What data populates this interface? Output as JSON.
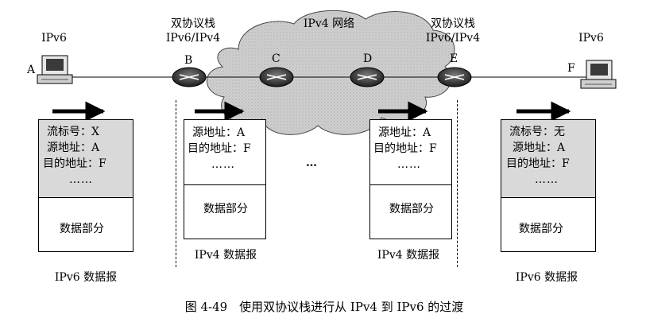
{
  "nodes": {
    "A": "A",
    "B": "B",
    "C": "C",
    "D": "D",
    "E": "E",
    "F": "F"
  },
  "labels": {
    "left_host": "IPv6",
    "right_host": "IPv6",
    "dual_stack_left_l1": "双协议栈",
    "dual_stack_left_l2": "IPv6/IPv4",
    "dual_stack_right_l1": "双协议栈",
    "dual_stack_right_l2": "IPv6/IPv4",
    "cloud": "IPv4 网络",
    "middle_ellipsis": "…"
  },
  "packets": {
    "ipv6_left": {
      "flow": "流标号：X",
      "src": "源地址：A",
      "dst": "目的地址：F",
      "more": "……",
      "data": "数据部分",
      "caption": "IPv6 数据报"
    },
    "ipv4_left": {
      "src": "源地址：A",
      "dst": "目的地址：F",
      "more": "……",
      "data": "数据部分",
      "caption": "IPv4 数据报"
    },
    "ipv4_right": {
      "src": "源地址：A",
      "dst": "目的地址：F",
      "more": "……",
      "data": "数据部分",
      "caption": "IPv4 数据报"
    },
    "ipv6_right": {
      "flow": "流标号：无",
      "src": "源地址：A",
      "dst": "目的地址：F",
      "more": "……",
      "data": "数据部分",
      "caption": "IPv6 数据报"
    }
  },
  "figure_caption": "图 4-49　使用双协议栈进行从 IPv4 到 IPv6 的过渡"
}
